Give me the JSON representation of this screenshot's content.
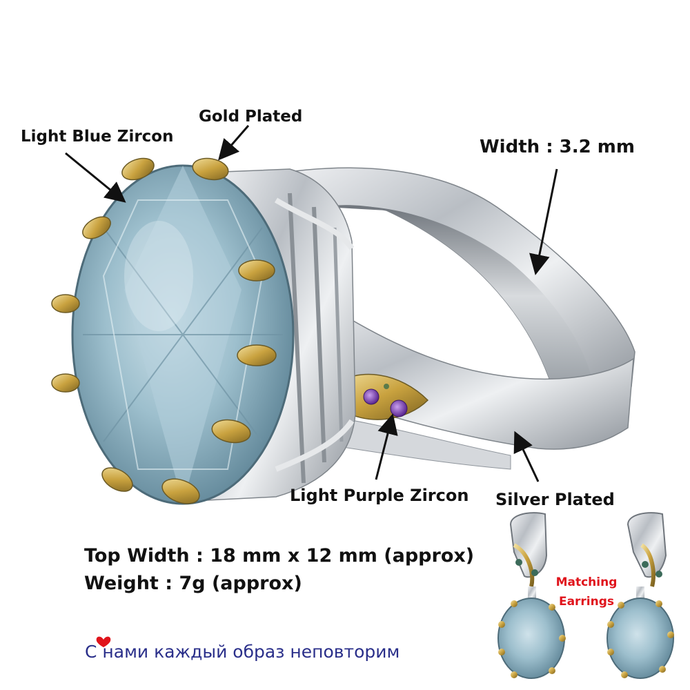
{
  "annotations": {
    "gold_plated": "Gold Plated",
    "light_blue_zircon": "Light Blue Zircon",
    "width": "Width : 3.2 mm",
    "light_purple_zircon": "Light Purple Zircon",
    "silver_plated": "Silver Plated"
  },
  "specs": {
    "top_width": "Top Width : 18 mm x 12 mm (approx)",
    "weight": "Weight : 7g (approx)"
  },
  "earrings": {
    "line1": "Matching",
    "line2": "Earrings"
  },
  "slogan": "С нами каждый образ неповторим",
  "colors": {
    "gold": "#c9a23f",
    "silver": "#c9cdd2",
    "stone_blue": "#8fb4c4",
    "purple": "#7b3fb0",
    "accent_red": "#e0141c",
    "slogan_blue": "#2a2f8a"
  }
}
